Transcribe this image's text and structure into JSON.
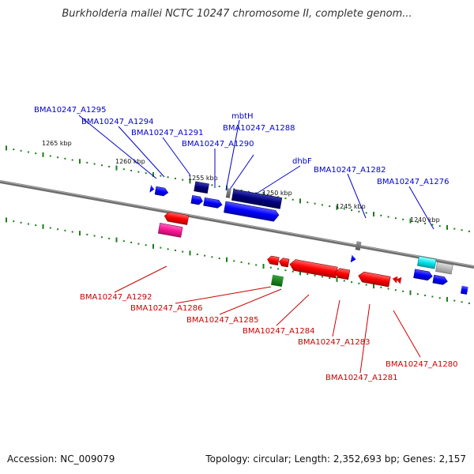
{
  "title": "Burkholderia mallei NCTC 10247 chromosome II, complete genom...",
  "footer": {
    "accession": "Accession: NC_009079",
    "summary": "Topology: circular; Length: 2,352,693 bp; Genes: 2,157"
  },
  "kbp_ticks": [
    "1265 kbp",
    "1260 kbp",
    "1255 kbp",
    "1250 kbp",
    "1245 kbp",
    "1240 kbp"
  ],
  "colors": {
    "forward_label": "#0000cc",
    "reverse_label": "#cc0000",
    "backbone": "#808080",
    "tick": "#1a7f1a"
  },
  "forward_genes": [
    "BMA10247_A1295",
    "BMA10247_A1294",
    "BMA10247_A1291",
    "BMA10247_A1290",
    "mbtH",
    "BMA10247_A1288",
    "dhbF",
    "BMA10247_A1282",
    "BMA10247_A1276"
  ],
  "reverse_genes": [
    "BMA10247_A1292",
    "BMA10247_A1286",
    "BMA10247_A1285",
    "BMA10247_A1284",
    "BMA10247_A1283",
    "BMA10247_A1281",
    "BMA10247_A1280"
  ]
}
